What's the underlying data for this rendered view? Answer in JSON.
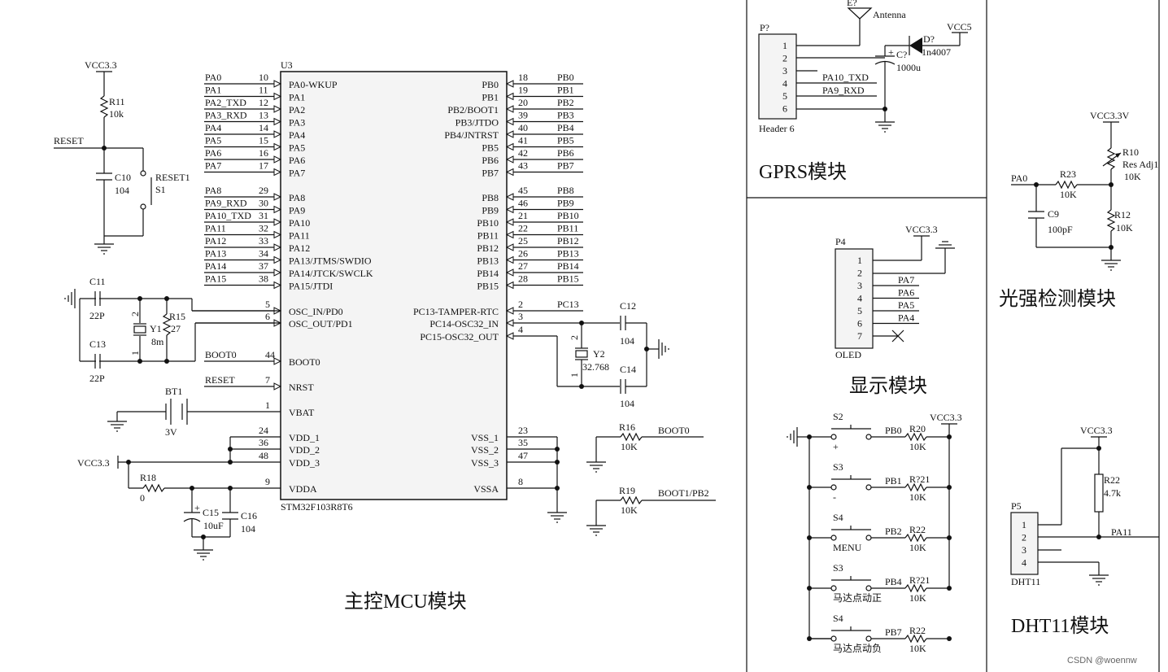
{
  "mcu": {
    "ref": "U3",
    "part": "STM32F103R8T6",
    "left_top": [
      {
        "net": "PA0",
        "num": "10",
        "pin": "PA0-WKUP"
      },
      {
        "net": "PA1",
        "num": "11",
        "pin": "PA1"
      },
      {
        "net": "PA2_TXD",
        "num": "12",
        "pin": "PA2"
      },
      {
        "net": "PA3_RXD",
        "num": "13",
        "pin": "PA3"
      },
      {
        "net": "PA4",
        "num": "14",
        "pin": "PA4"
      },
      {
        "net": "PA5",
        "num": "15",
        "pin": "PA5"
      },
      {
        "net": "PA6",
        "num": "16",
        "pin": "PA6"
      },
      {
        "net": "PA7",
        "num": "17",
        "pin": "PA7"
      }
    ],
    "left_mid": [
      {
        "net": "PA8",
        "num": "29",
        "pin": "PA8"
      },
      {
        "net": "PA9_RXD",
        "num": "30",
        "pin": "PA9"
      },
      {
        "net": "PA10_TXD",
        "num": "31",
        "pin": "PA10"
      },
      {
        "net": "PA11",
        "num": "32",
        "pin": "PA11"
      },
      {
        "net": "PA12",
        "num": "33",
        "pin": "PA12"
      },
      {
        "net": "PA13",
        "num": "34",
        "pin": "PA13/JTMS/SWDIO"
      },
      {
        "net": "PA14",
        "num": "37",
        "pin": "PA14/JTCK/SWCLK"
      },
      {
        "net": "PA15",
        "num": "38",
        "pin": "PA15/JTDI"
      }
    ],
    "right_top": [
      {
        "net": "PB0",
        "num": "18",
        "pin": "PB0"
      },
      {
        "net": "PB1",
        "num": "19",
        "pin": "PB1"
      },
      {
        "net": "PB2",
        "num": "20",
        "pin": "PB2/BOOT1"
      },
      {
        "net": "PB3",
        "num": "39",
        "pin": "PB3/JTDO"
      },
      {
        "net": "PB4",
        "num": "40",
        "pin": "PB4/JNTRST"
      },
      {
        "net": "PB5",
        "num": "41",
        "pin": "PB5"
      },
      {
        "net": "PB6",
        "num": "42",
        "pin": "PB6"
      },
      {
        "net": "PB7",
        "num": "43",
        "pin": "PB7"
      }
    ],
    "right_mid": [
      {
        "net": "PB8",
        "num": "45",
        "pin": "PB8"
      },
      {
        "net": "PB9",
        "num": "46",
        "pin": "PB9"
      },
      {
        "net": "PB10",
        "num": "21",
        "pin": "PB10"
      },
      {
        "net": "PB11",
        "num": "22",
        "pin": "PB11"
      },
      {
        "net": "PB12",
        "num": "25",
        "pin": "PB12"
      },
      {
        "net": "PB13",
        "num": "26",
        "pin": "PB13"
      },
      {
        "net": "PB14",
        "num": "27",
        "pin": "PB14"
      },
      {
        "net": "PB15",
        "num": "28",
        "pin": "PB15"
      }
    ],
    "osc_in": {
      "num": "5",
      "pin": "OSC_IN/PD0"
    },
    "osc_out": {
      "num": "6",
      "pin": "OSC_OUT/PD1"
    },
    "boot0": {
      "net": "BOOT0",
      "num": "44",
      "pin": "BOOT0"
    },
    "nrst": {
      "net": "RESET",
      "num": "7",
      "pin": "NRST"
    },
    "vbat": {
      "num": "1",
      "pin": "VBAT"
    },
    "vdd": [
      {
        "num": "24",
        "pin": "VDD_1"
      },
      {
        "num": "36",
        "pin": "VDD_2"
      },
      {
        "num": "48",
        "pin": "VDD_3"
      }
    ],
    "vdda": {
      "num": "9",
      "pin": "VDDA"
    },
    "rtc": [
      {
        "net": "PC13",
        "num": "2",
        "pin": "PC13-TAMPER-RTC"
      },
      {
        "net": "",
        "num": "3",
        "pin": "PC14-OSC32_IN"
      },
      {
        "net": "",
        "num": "4",
        "pin": "PC15-OSC32_OUT"
      }
    ],
    "vss": [
      {
        "num": "23",
        "pin": "VSS_1"
      },
      {
        "num": "35",
        "pin": "VSS_2"
      },
      {
        "num": "47",
        "pin": "VSS_3"
      }
    ],
    "vssa": {
      "num": "8",
      "pin": "VSSA"
    }
  },
  "reset_circuit": {
    "vcc": "VCC3.3",
    "r": "R11",
    "r_val": "10k",
    "net": "RESET",
    "c": "C10",
    "c_val": "104",
    "sw": "RESET1",
    "sw_ref": "S1"
  },
  "hse": {
    "c1": "C11",
    "c1_val": "22P",
    "c2": "C13",
    "c2_val": "22P",
    "y": "Y1",
    "y_val": "8m",
    "r": "R15",
    "r_val": "27",
    "pin1": "1",
    "pin2": "2"
  },
  "lse": {
    "c1": "C12",
    "c1_val": "104",
    "c2": "C14",
    "c2_val": "104",
    "y": "Y2",
    "y_val": "32.768",
    "pin1": "1",
    "pin2": "2"
  },
  "battery": {
    "ref": "BT1",
    "val": "3V"
  },
  "power": {
    "vcc": "VCC3.3",
    "r": "R18",
    "r_val": "0",
    "c1": "C15",
    "c1_val": "10uF",
    "c1_pol": "+",
    "c2": "C16",
    "c2_val": "104"
  },
  "boot_res": [
    {
      "ref": "R16",
      "val": "10K",
      "net": "BOOT0"
    },
    {
      "ref": "R19",
      "val": "10K",
      "net": "BOOT1/PB2"
    }
  ],
  "mcu_title": "主控MCU模块",
  "gprs": {
    "conn": "P?",
    "conn_part": "Header 6",
    "pins": [
      "1",
      "2",
      "3",
      "4",
      "5",
      "6"
    ],
    "net3": "PA10_TXD",
    "net4": "PA9_RXD",
    "ant_ref": "E?",
    "ant": "Antenna",
    "diode_ref": "D?",
    "diode": "1n4007",
    "vcc": "VCC5",
    "cap_ref": "C?",
    "cap_val": "1000u",
    "cap_pol": "+",
    "title": "GPRS模块"
  },
  "oled": {
    "conn": "P4",
    "conn_part": "OLED",
    "pins": [
      "1",
      "2",
      "3",
      "4",
      "5",
      "6",
      "7"
    ],
    "vcc": "VCC3.3",
    "nets": [
      "PA7",
      "PA6",
      "PA5",
      "PA4"
    ],
    "title": "显示模块"
  },
  "keys": {
    "vcc": "VCC3.3",
    "rows": [
      {
        "sw": "S2",
        "label": "+",
        "net": "PB0",
        "r": "R20",
        "r_val": "10K"
      },
      {
        "sw": "S3",
        "label": "-",
        "net": "PB1",
        "r": "R?21",
        "r_val": "10K"
      },
      {
        "sw": "S4",
        "label": "MENU",
        "net": "PB2",
        "r": "R22",
        "r_val": "10K"
      },
      {
        "sw": "S3",
        "label": "马达点动正",
        "net": "PB4",
        "r": "R?21",
        "r_val": "10K"
      },
      {
        "sw": "S4",
        "label": "马达点动负",
        "net": "PB7",
        "r": "R22",
        "r_val": "10K"
      }
    ]
  },
  "light": {
    "vcc": "VCC3.3V",
    "r10": "R10",
    "r10_type": "Res Adj1",
    "r10_val": "10K",
    "net": "PA0",
    "r23": "R23",
    "r23_val": "10K",
    "c9": "C9",
    "c9_val": "100pF",
    "r12": "R12",
    "r12_val": "10K",
    "title": "光强检测模块"
  },
  "dht": {
    "vcc": "VCC3.3",
    "r": "R22",
    "r_val": "4.7k",
    "conn": "P5",
    "conn_part": "DHT11",
    "pins": [
      "1",
      "2",
      "3",
      "4"
    ],
    "net": "PA11",
    "title": "DHT11模块"
  },
  "watermark": "CSDN @woennw"
}
